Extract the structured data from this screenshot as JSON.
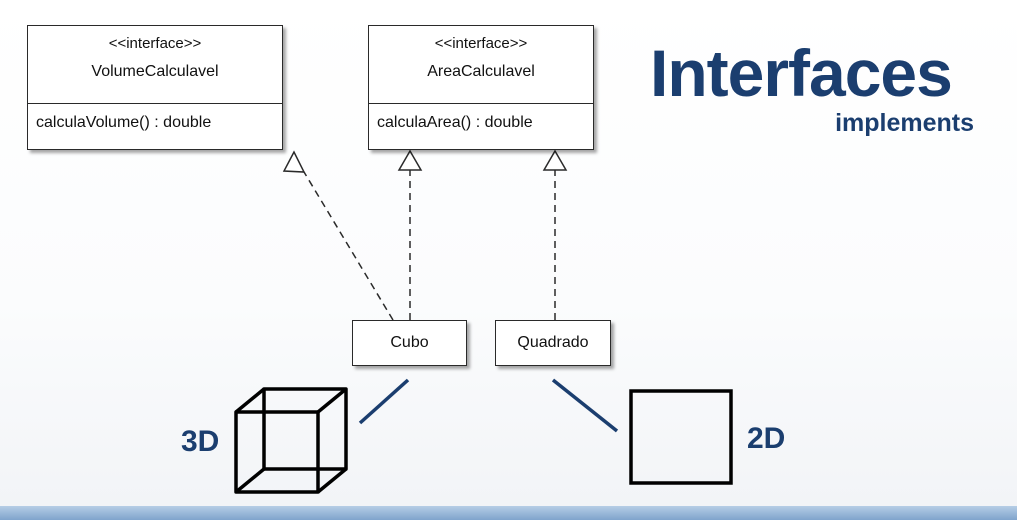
{
  "title": {
    "main": "Interfaces",
    "sub": "implements"
  },
  "interfaces": [
    {
      "stereotype": "<<interface>>",
      "name": "VolumeCalculavel",
      "method": "calculaVolume() : double"
    },
    {
      "stereotype": "<<interface>>",
      "name": "AreaCalculavel",
      "method": "calculaArea() : double"
    }
  ],
  "classes": [
    {
      "name": "Cubo"
    },
    {
      "name": "Quadrado"
    }
  ],
  "labels": {
    "three_d": "3D",
    "two_d": "2D"
  },
  "colors": {
    "accent": "#1b3e6f",
    "line": "#2a2a2a"
  }
}
